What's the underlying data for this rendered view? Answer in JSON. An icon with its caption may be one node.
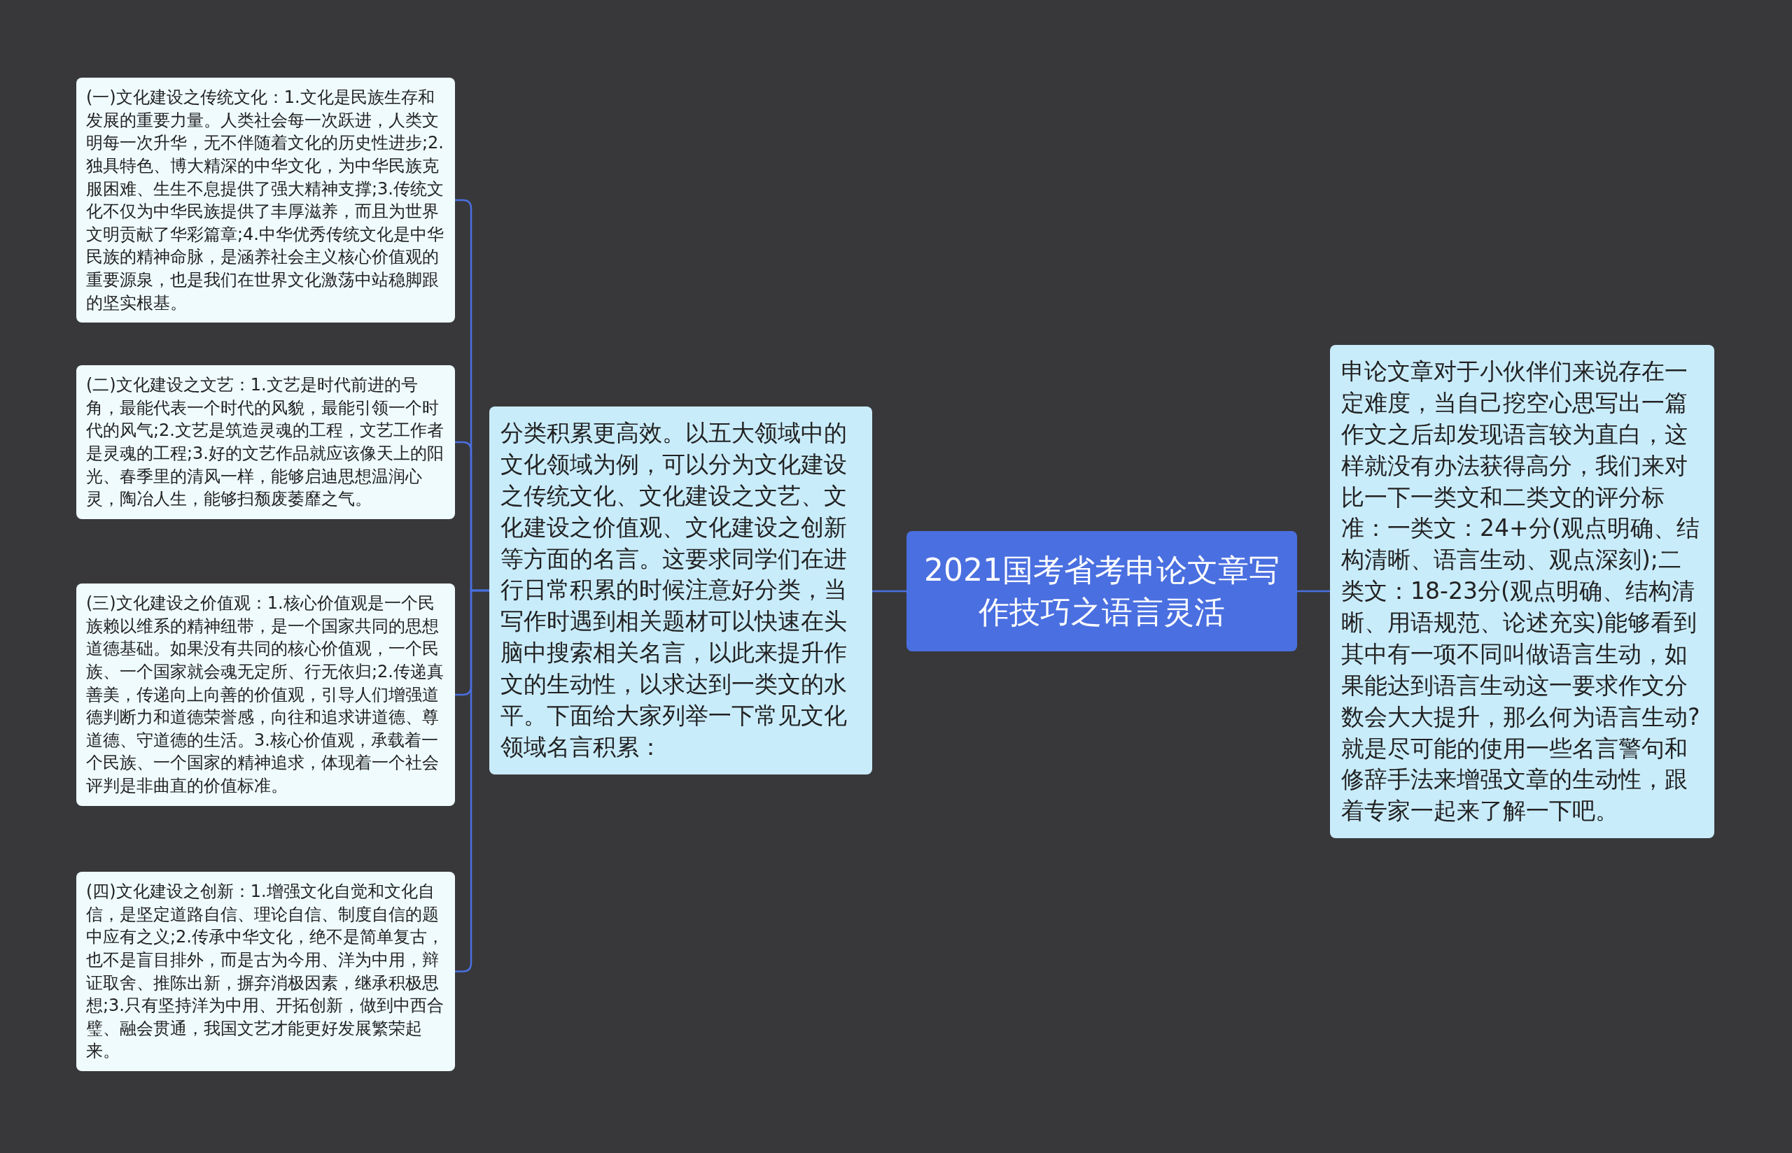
{
  "diagram": {
    "nodes": [
      {
        "text": [
          "2021国考省考申论文章写作技巧之语言灵活"
        ]
      },
      {
        "text": [
          "申论文章对于小伙伴们来说存在一定难度，当自己挖空心思写出一篇作文之后却发现语言较为直白，这样就没有办法获得高分，我们来对比一下一类文和二类文的评分标准：一类文：24+分(观点明确、结构清晰、语言生动、观点深刻);二类文：18-23分(观点明确、结构清晰、用语规范、论述充实)能够看到其中有一项不同叫做语言生动，如果能达到语言生动这一要求作文分数会大大提升，那么何为语言生动?就是尽可能的使用一些名言警句和修辞手法来增强文章的生动性，跟着专家一起来了解一下吧。"
        ]
      },
      {
        "text": [
          "分类积累更高效。以五大领域中的文化领域为例，可以分为文化建设之传统文化、文化建设之文艺、文化建设之价值观、文化建设之创新等方面的名言。这要求同学们在进行日常积累的时候注意好分类，当写作时遇到相关题材可以快速在头脑中搜索相关名言，以此来提升作文的生动性，以求达到一类文的水平。下面给大家列举一下常见文化领域名言积累："
        ]
      },
      {
        "text": [
          "(一)文化建设之传统文化：1.文化是民族生存和发展的重要力量。人类社会每一次跃进，人类文明每一次升华，无不伴随着文化的历史性进步;2.独具特色、博大精深的中华文化，为中华民族克服困难、生生不息提供了强大精神支撑;3.传统文化不仅为中华民族提供了丰厚滋养，而且为世界文明贡献了华彩篇章;4.中华优秀传统文化是中华民族的精神命脉，是涵养社会主义核心价值观的重要源泉，也是我们在世界文化激荡中站稳脚跟的坚实根基。"
        ]
      },
      {
        "text": [
          "(二)文化建设之文艺：1.文艺是时代前进的号角，最能代表一个时代的风貌，最能引领一个时代的风气;2.文艺是筑造灵魂的工程，文艺工作者是灵魂的工程;3.好的文艺作品就应该像天上的阳光、春季里的清风一样，能够启迪思想温润心灵，陶冶人生，能够扫颓废萎靡之气。"
        ]
      },
      {
        "text": [
          "(三)文化建设之价值观：1.核心价值观是一个民族赖以维系的精神纽带，是一个国家共同的思想道德基础。如果没有共同的核心价值观，一个民族、一个国家就会魂无定所、行无依归;2.传递真善美，传递向上向善的价值观，引导人们增强道德判断力和道德荣誉感，向往和追求讲道德、尊道德、守道德的生活。3.核心价值观，承载着一个民族、一个国家的精神追求，体现着一个社会评判是非曲直的价值标准。"
        ]
      },
      {
        "text": [
          "(四)文化建设之创新：1.增强文化自觉和文化自信，是坚定道路自信、理论自信、制度自信的题中应有之义;2.传承中华文化，绝不是简单复古，也不是盲目排外，而是古为今用、洋为中用，辩证取舍、推陈出新，摒弃消极因素，继承积极思想;3.只有坚持洋为中用、开拓创新，做到中西合璧、融会贯通，我国文艺才能更好发展繁荣起来。"
        ]
      }
    ],
    "edges": [
      {
        "from": 0,
        "to": 1,
        "arrow": "none"
      },
      {
        "from": 0,
        "to": 2,
        "arrow": "none"
      },
      {
        "from": 2,
        "to": 3,
        "arrow": "none"
      },
      {
        "from": 2,
        "to": 4,
        "arrow": "none"
      },
      {
        "from": 2,
        "to": 5,
        "arrow": "none"
      },
      {
        "from": 2,
        "to": 6,
        "arrow": "none"
      }
    ]
  }
}
